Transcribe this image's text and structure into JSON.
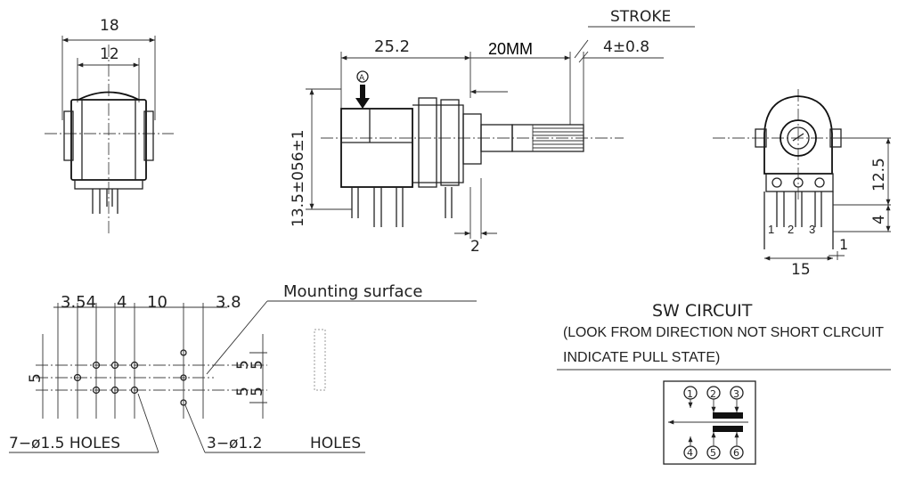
{
  "dims": {
    "d18": "18",
    "d12": "12",
    "d25_2": "25.2",
    "d20mm": "20MM",
    "stroke": "STROKE",
    "d4_08": "4±0.8",
    "d13_5": "13.5±056±1",
    "d2": "2",
    "d12_5": "12.5",
    "d4": "4",
    "d1": "1",
    "d15": "15",
    "pin1": "1",
    "pin2": "2",
    "pin3": "3",
    "arrowA": "A"
  },
  "pcb": {
    "d3_54": "3.54",
    "d4a": "4",
    "d10": "10",
    "d3_8": "3.8",
    "mounting": "Mounting surface",
    "d5_left": "5",
    "d5_r1": "5",
    "d5_r2": "5",
    "d5_r3": "5",
    "d5_r4": "5",
    "holes7": "7−ø1.5 HOLES",
    "holes3": "3−ø1.2",
    "holes3b": "HOLES"
  },
  "sw": {
    "title": "SW  CIRCUIT",
    "line1": "(LOOK FROM  DIRECTION NOT SHORT CLRCUIT",
    "line2": "INDICATE PULL STATE)",
    "t1": "1",
    "t2": "2",
    "t3": "3",
    "t4": "4",
    "t5": "5",
    "t6": "6"
  }
}
